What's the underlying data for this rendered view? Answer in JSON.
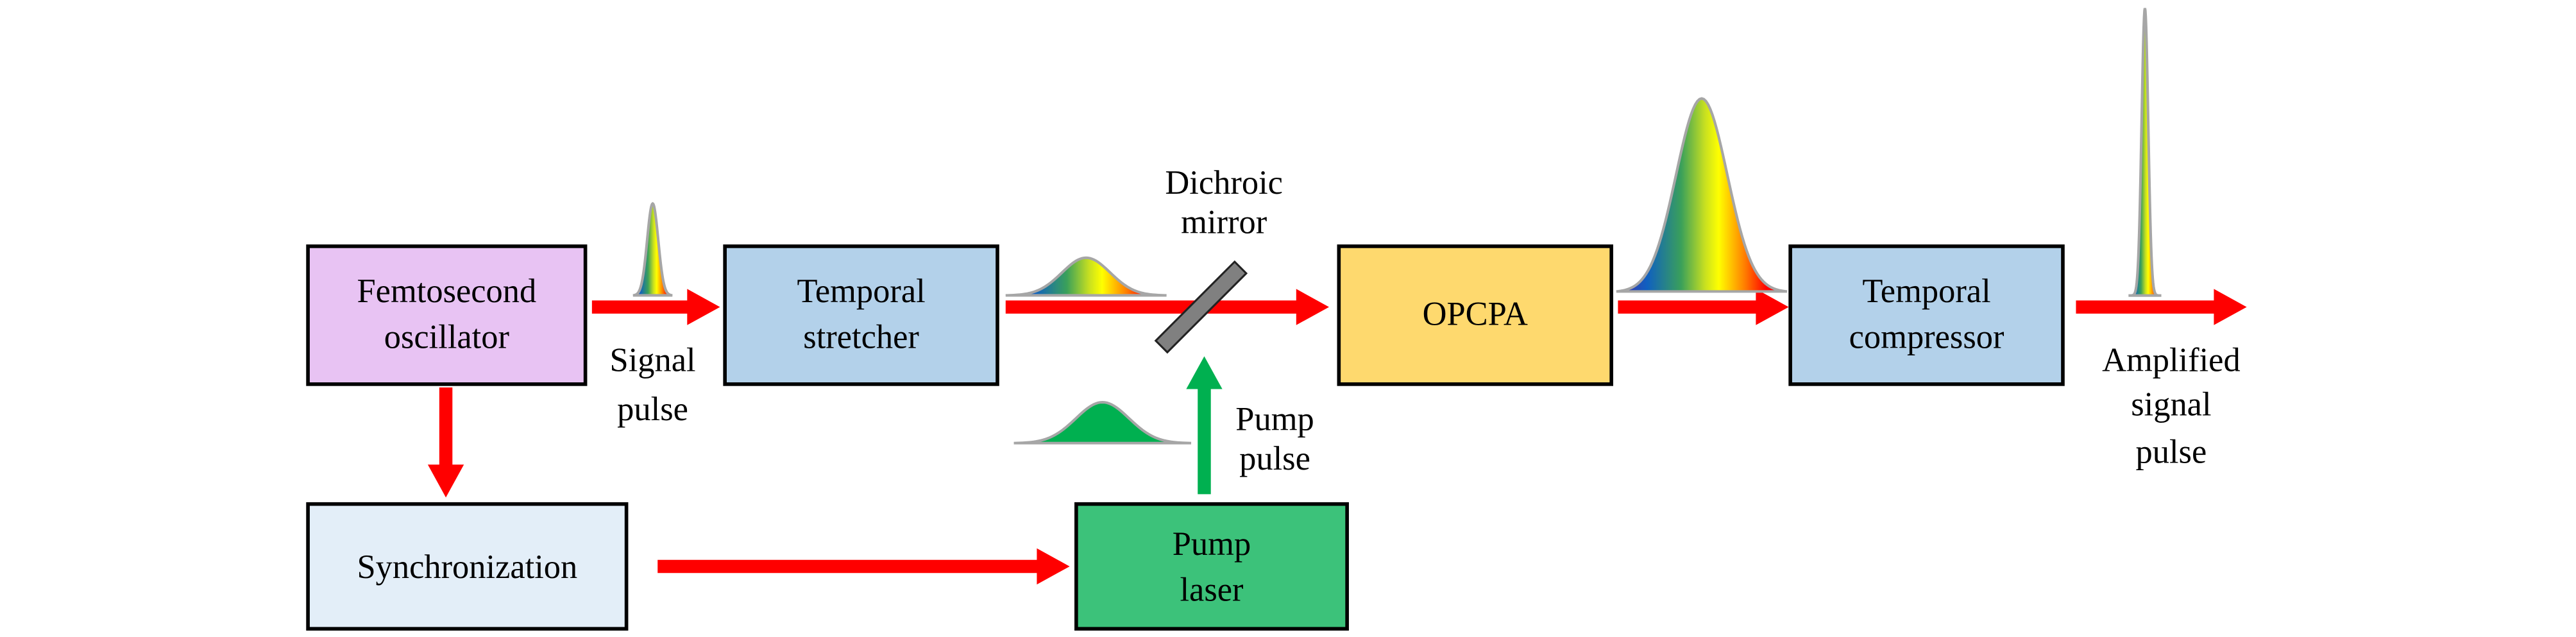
{
  "blocks": {
    "femtosecond_oscillator": {
      "lines": [
        "Femtosecond",
        "oscillator"
      ],
      "color": "#e8c3f3"
    },
    "temporal_stretcher": {
      "lines": [
        "Temporal",
        "stretcher"
      ],
      "color": "#b3d1ea"
    },
    "opcpa": {
      "lines": [
        "OPCPA"
      ],
      "color": "#fed96e"
    },
    "temporal_compressor": {
      "lines": [
        "Temporal",
        "compressor"
      ],
      "color": "#b3d1ea"
    },
    "synchronization": {
      "lines": [
        "Synchronization"
      ],
      "color": "#e3eef8"
    },
    "pump_laser": {
      "lines": [
        "Pump",
        "laser"
      ],
      "color": "#3cc27a"
    }
  },
  "labels": {
    "signal_pulse": [
      "Signal",
      "pulse"
    ],
    "dichroic_mirror": [
      "Dichroic",
      "mirror"
    ],
    "pump_pulse": [
      "Pump",
      "pulse"
    ],
    "amplified_signal_pulse": [
      "Amplified",
      "signal",
      "pulse"
    ]
  },
  "colors": {
    "signal_beam": "#ff0000",
    "pump_beam": "#00b050",
    "mirror": "#808080",
    "pulse_outline": "#a6a6a6"
  }
}
